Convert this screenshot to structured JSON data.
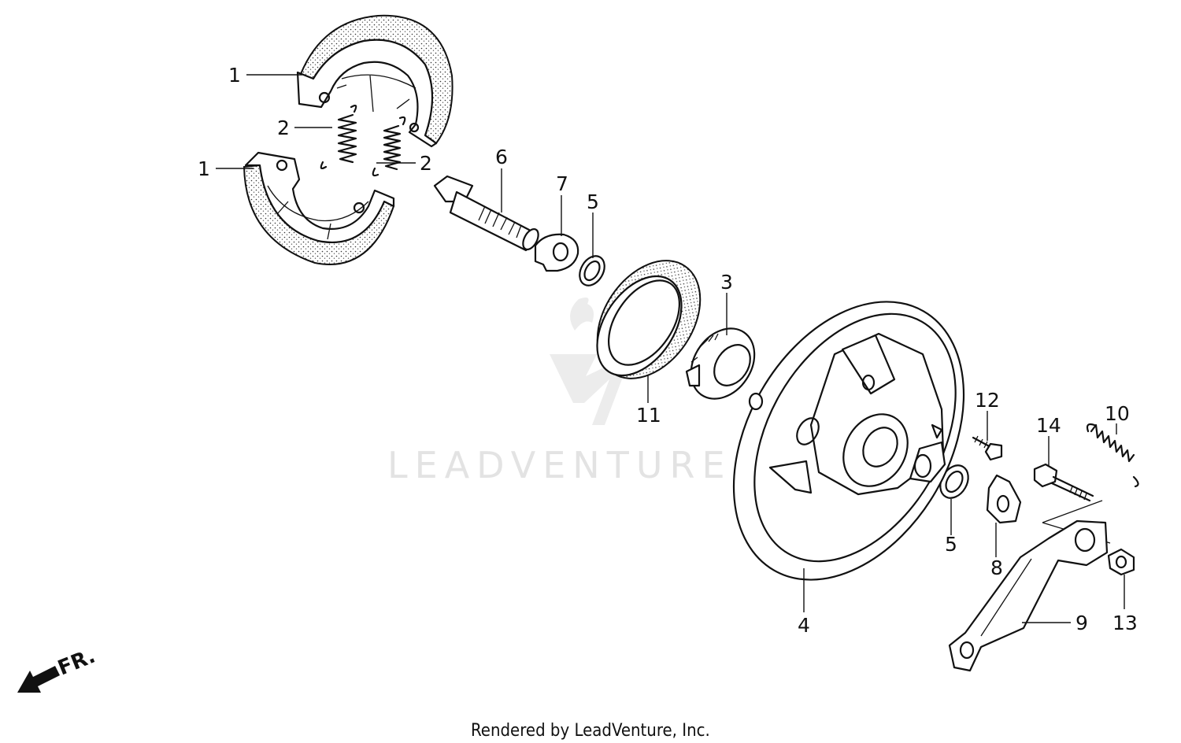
{
  "callouts": {
    "c1a": "1",
    "c1b": "1",
    "c2a": "2",
    "c2b": "2",
    "c3": "3",
    "c4": "4",
    "c5a": "5",
    "c5b": "5",
    "c6": "6",
    "c7": "7",
    "c8": "8",
    "c9": "9",
    "c10": "10",
    "c11": "11",
    "c12": "12",
    "c13": "13",
    "c14": "14"
  },
  "direction_label": "FR.",
  "watermark": "LEADVENTURE",
  "footer": "Rendered by LeadVenture, Inc."
}
